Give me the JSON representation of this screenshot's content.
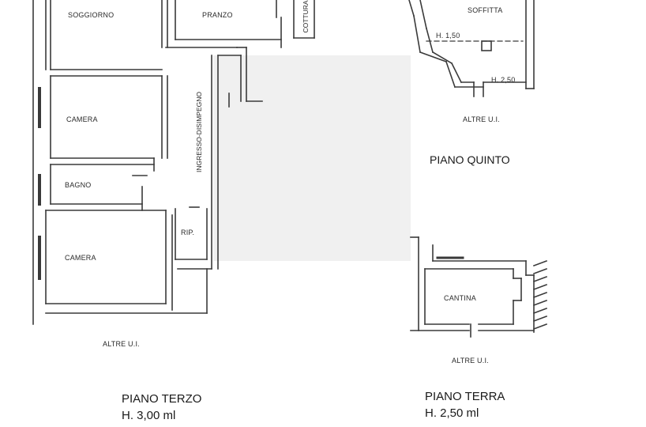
{
  "floor_terzo": {
    "rooms": {
      "soggiorno": "SOGGIORNO",
      "pranzo": "PRANZO",
      "cottura": "COTTURA",
      "camera1": "CAMERA",
      "bagno": "BAGNO",
      "camera2": "CAMERA",
      "ingresso": "INGRESSO-DISIMPEGNO",
      "ripostiglio": "RIP."
    },
    "neighbors": "ALTRE U.I.",
    "title": "PIANO TERZO",
    "height": "H. 3,00 ml"
  },
  "floor_quinto": {
    "rooms": {
      "soffitta": "SOFFITTA"
    },
    "height_low": "H. 1,50",
    "height_high": "H. 2,50",
    "neighbors": "ALTRE U.I.",
    "title": "PIANO QUINTO"
  },
  "floor_terra": {
    "rooms": {
      "cantina": "CANTINA"
    },
    "neighbors": "ALTRE U.I.",
    "title": "PIANO TERRA",
    "height": "H. 2,50 ml"
  }
}
